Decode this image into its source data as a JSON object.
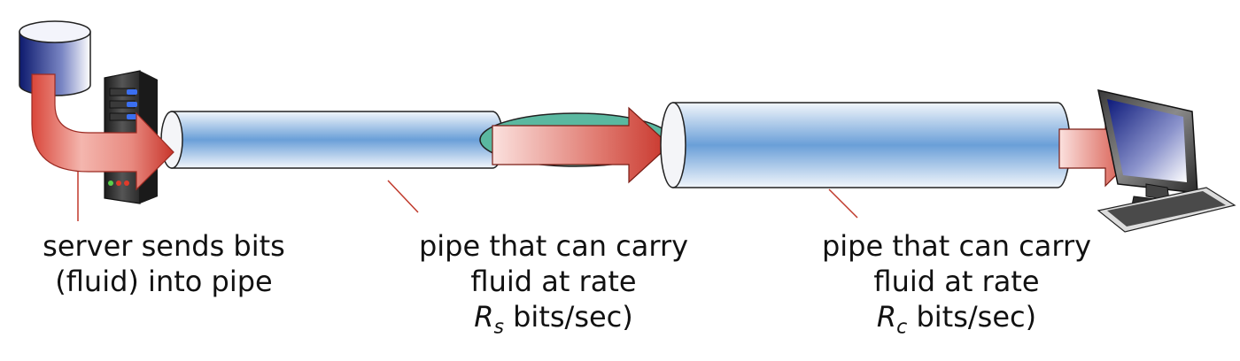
{
  "labels": {
    "server": {
      "line1": "server sends bits",
      "line2": "(fluid) into pipe"
    },
    "pipe_s": {
      "line1": "pipe that can carry",
      "line2": "fluid at rate",
      "rate_symbol": "R",
      "rate_subscript": "s",
      "rate_unit": "bits/sec)"
    },
    "pipe_c": {
      "line1": "pipe that can carry",
      "line2": "fluid at rate",
      "rate_symbol": "R",
      "rate_subscript": "c",
      "rate_unit": "bits/sec)"
    }
  },
  "colors": {
    "pipe_edge": "#9fb2c8",
    "pipe_center": "#6a9fd8",
    "arrow": "#c8352b",
    "narrow_pipe": "#5ab8a0",
    "leader_line": "#c0392b"
  },
  "icons": [
    "database-icon",
    "server-icon",
    "computer-icon",
    "keyboard-icon"
  ]
}
